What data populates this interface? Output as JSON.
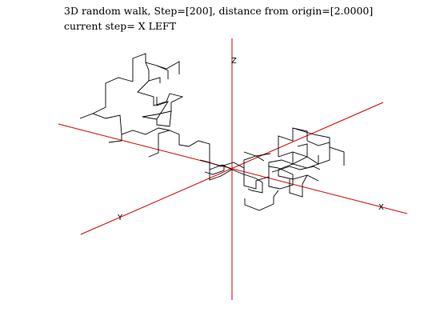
{
  "header": {
    "title": "3D random walk, Step=[200], distance from origin=[2.0000]",
    "status": "current step= X LEFT"
  },
  "axes": {
    "x_label": "X",
    "y_label": "Y",
    "z_label": "Z",
    "axis_color": "#d40000"
  },
  "walk": {
    "path_color": "#000000",
    "steps_taken": 200,
    "distance_from_origin": 2.0
  }
}
